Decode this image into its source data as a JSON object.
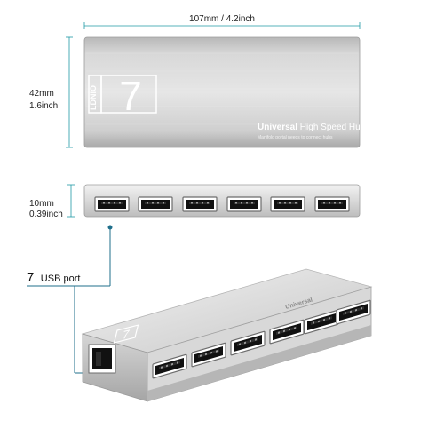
{
  "dimensions": {
    "width": "107mm / 4.2inch",
    "height_mm": "42mm",
    "height_inch": "1.6inch",
    "depth_mm": "10mm",
    "depth_inch": "0.39inch"
  },
  "callout": {
    "count": "7",
    "label": "USB port"
  },
  "product": {
    "brand_bold": "Universal",
    "brand_rest": " High Speed Hub",
    "subtitle": "Manifold portal needs to connect hubs"
  },
  "colors": {
    "dimension_line": "#1f9aa5",
    "callout_line": "#1f6f8b",
    "aluminum_light": "#dcdcdc",
    "aluminum_dark": "#a8a8a8"
  }
}
